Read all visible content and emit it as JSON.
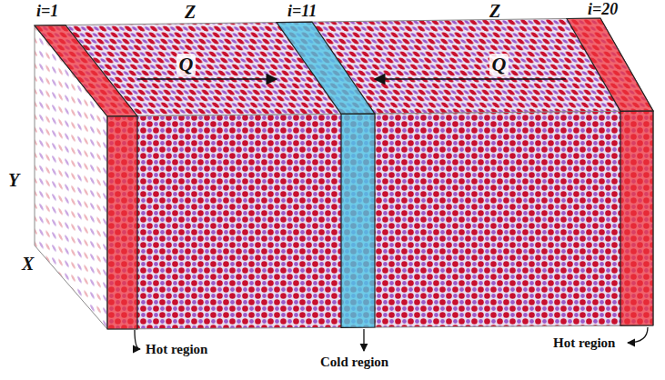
{
  "diagram": {
    "nodes": [
      {
        "text": [
          "i=1",
          "Hot region"
        ]
      },
      {
        "text": [
          "i=11",
          "Cold region"
        ]
      },
      {
        "text": [
          "i=20",
          "Hot region"
        ]
      }
    ],
    "edges": [
      {
        "from": 0,
        "to": 1,
        "label": "Q",
        "arrow": "to"
      },
      {
        "from": 2,
        "to": 1,
        "label": "Q",
        "arrow": "to"
      }
    ],
    "labels": [
      "Z",
      "Z",
      "Y",
      "X"
    ]
  }
}
